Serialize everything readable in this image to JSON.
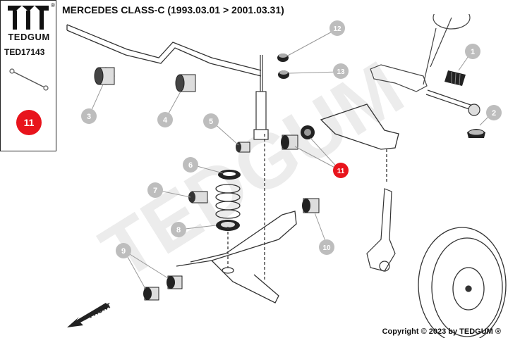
{
  "brand": {
    "name": "TEDGUM",
    "reg": "®"
  },
  "part_number": "TED17143",
  "selected_marker": "11",
  "title": {
    "main": "MERCEDES CLASS-C",
    "range": "(1993.03.01 > 2001.03.31)"
  },
  "watermark": "TEDGUM",
  "front_label": "FRONT",
  "copyright": "Copyright © 2023 by TEDGUM ®",
  "callouts": [
    {
      "n": "1",
      "highlight": false
    },
    {
      "n": "2",
      "highlight": false
    },
    {
      "n": "3",
      "highlight": false
    },
    {
      "n": "4",
      "highlight": false
    },
    {
      "n": "5",
      "highlight": false
    },
    {
      "n": "6",
      "highlight": false
    },
    {
      "n": "7",
      "highlight": false
    },
    {
      "n": "8",
      "highlight": false
    },
    {
      "n": "9",
      "highlight": false
    },
    {
      "n": "10",
      "highlight": false
    },
    {
      "n": "11",
      "highlight": true
    },
    {
      "n": "12",
      "highlight": false
    },
    {
      "n": "13",
      "highlight": false
    }
  ],
  "colors": {
    "accent": "#e8141c",
    "callout": "#bdbdbd",
    "watermark": "#ececec"
  }
}
